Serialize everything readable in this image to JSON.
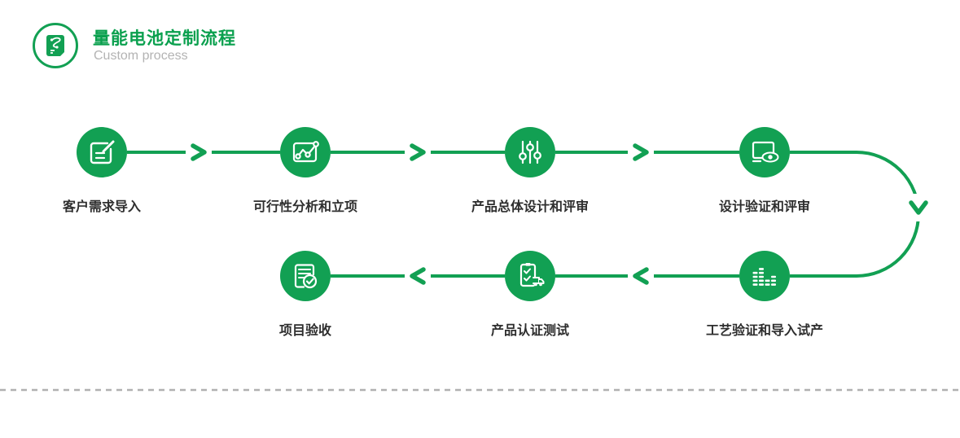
{
  "accent": "#12a053",
  "header": {
    "icon": "process-flow-document-icon",
    "title": "量能电池定制流程",
    "subtitle": "Custom process"
  },
  "flow": {
    "steps": [
      {
        "icon": "edit-document-icon",
        "label": "客户需求导入"
      },
      {
        "icon": "analytics-chart-icon",
        "label": "可行性分析和立项"
      },
      {
        "icon": "sliders-icon",
        "label": "产品总体设计和评审"
      },
      {
        "icon": "monitor-review-icon",
        "label": "设计验证和评审"
      },
      {
        "icon": "equalizer-bars-icon",
        "label": "工艺验证和导入试产"
      },
      {
        "icon": "certification-test-icon",
        "label": "产品认证测试"
      },
      {
        "icon": "document-approved-icon",
        "label": "项目验收"
      }
    ]
  },
  "divider": {
    "type": "dashed-line",
    "color": "#b0b0b0"
  }
}
